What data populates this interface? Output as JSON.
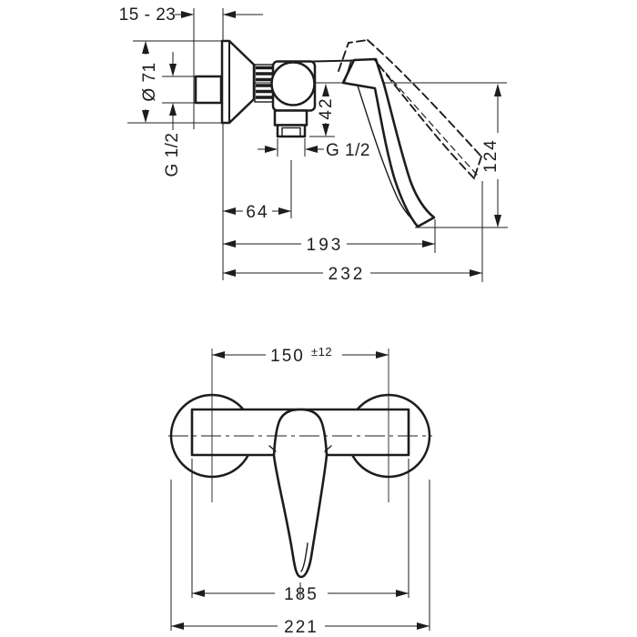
{
  "colors": {
    "line": "#1d1d1b",
    "background": "#ffffff"
  },
  "side_view": {
    "dims": {
      "wall_distance": "15 - 23",
      "escutcheon_diameter": "Ø 71",
      "inlet_thread": "G 1/2",
      "outlet_thread": "G 1/2",
      "center_to_outlet": "42",
      "outlet_offset": "64",
      "height_to_lever": "124",
      "projection_lever": "193",
      "projection_max": "232"
    }
  },
  "front_view": {
    "dims": {
      "hole_spacing": "150",
      "hole_spacing_tolerance": "±12",
      "body_width": "185",
      "overall_width": "221"
    }
  }
}
